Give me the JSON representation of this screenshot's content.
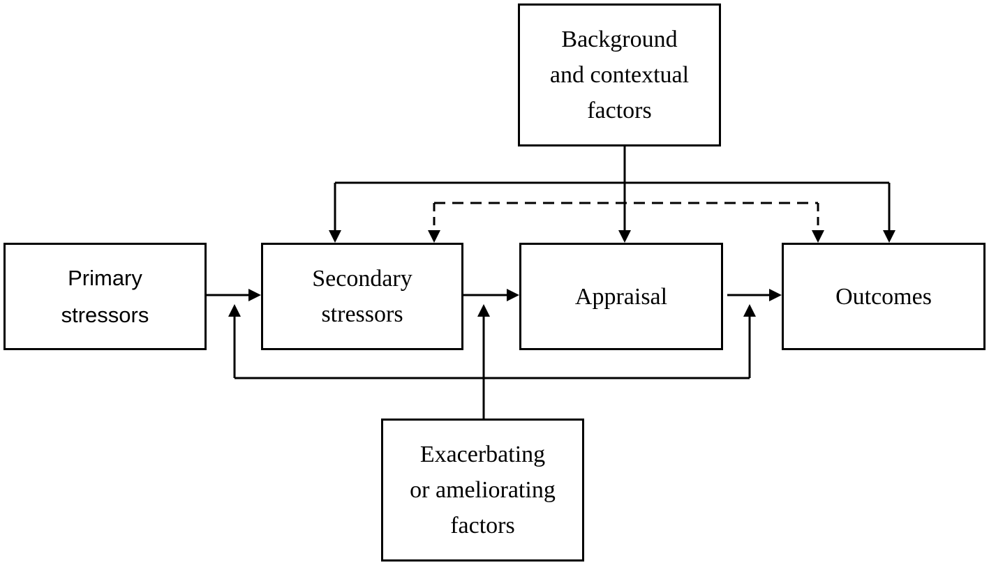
{
  "nodes": {
    "background": {
      "lines": [
        "Background",
        "and contextual",
        "factors"
      ]
    },
    "primary": {
      "lines": [
        "Primary",
        "stressors"
      ]
    },
    "secondary": {
      "lines": [
        "Secondary",
        "stressors"
      ]
    },
    "appraisal": {
      "lines": [
        "Appraisal"
      ]
    },
    "outcomes": {
      "lines": [
        "Outcomes"
      ]
    },
    "exacerbating": {
      "lines": [
        "Exacerbating",
        "or ameliorating",
        "factors"
      ]
    }
  },
  "edges": [
    {
      "from": "primary",
      "to": "secondary",
      "style": "solid"
    },
    {
      "from": "secondary",
      "to": "appraisal",
      "style": "solid"
    },
    {
      "from": "appraisal",
      "to": "outcomes",
      "style": "solid"
    },
    {
      "from": "background",
      "to": "appraisal",
      "style": "solid"
    },
    {
      "from": "background",
      "to": "secondary",
      "style": "solid"
    },
    {
      "from": "background",
      "to": "outcomes",
      "style": "solid"
    },
    {
      "from": "outcomes",
      "to": "secondary",
      "style": "dashed",
      "bidirectional": true
    },
    {
      "from": "exacerbating",
      "to": "primary-secondary-link",
      "style": "solid"
    },
    {
      "from": "exacerbating",
      "to": "secondary-appraisal-link",
      "style": "solid"
    },
    {
      "from": "exacerbating",
      "to": "appraisal-outcomes-link",
      "style": "solid"
    }
  ],
  "colors": {
    "stroke": "#000000",
    "background": "#ffffff"
  }
}
